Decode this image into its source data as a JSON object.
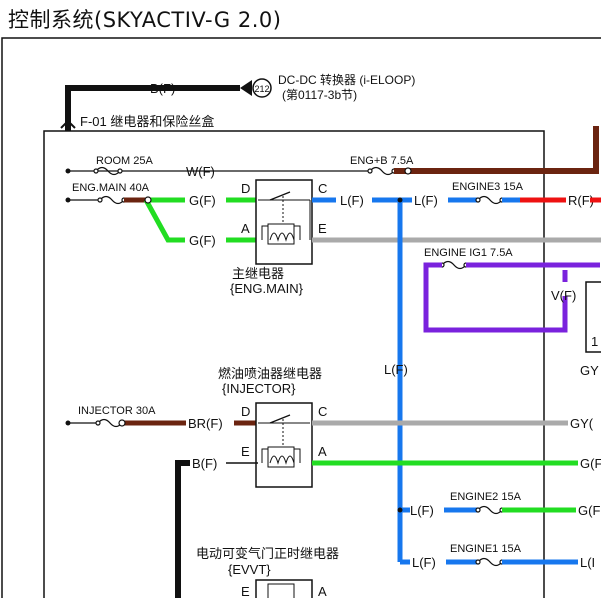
{
  "title": "控制系统(SKYACTIV-G 2.0)",
  "labels": {
    "top_bf": "B(F)",
    "badge": "212",
    "dcdc_line1": "DC-DC 转换器 (i-ELOOP)",
    "dcdc_line2": "(第0117-3b节)",
    "f01": "F-01 继电器和保险丝盒",
    "room": "ROOM 25A",
    "room_wf": "W(F)",
    "engb": "ENG+B 7.5A",
    "engmain": "ENG.MAIN 40A",
    "gf1": "G(F)",
    "gf2": "G(F)",
    "relay1_d": "D",
    "relay1_c": "C",
    "relay1_a": "A",
    "relay1_e": "E",
    "relay1_name": "主继电器",
    "relay1_code": "{ENG.MAIN}",
    "lf_relay1": "L(F)",
    "lf_bus": "L(F)",
    "engine3": "ENGINE3 15A",
    "rf": "R(F)",
    "engine_ig1": "ENGINE IG1 7.5A",
    "vf": "V(F)",
    "right_1": "1",
    "gy_mid": "GY",
    "lf_mid": "L(F)",
    "injector_name": "燃油喷油器继电器",
    "injector_code": "{INJECTOR}",
    "injector_fuse": "INJECTOR 30A",
    "brf": "BR(F)",
    "relay2_d": "D",
    "relay2_c": "C",
    "relay2_e": "E",
    "relay2_a": "A",
    "bf2": "B(F)",
    "gy_right": "GY(",
    "g_right": "G(F",
    "lf_e2": "L(F)",
    "engine2": "ENGINE2 15A",
    "g_right2": "G(F",
    "evvt_name": "电动可变气门正时继电器",
    "evvt_code": "{EVVT}",
    "engine1": "ENGINE1 15A",
    "lf_e1": "L(F)",
    "l_right": "L(I",
    "relay3_e": "E",
    "relay3_a": "A"
  },
  "colors": {
    "black": "#111111",
    "brown": "#6b2410",
    "green": "#22dd22",
    "blue": "#1777ee",
    "gray": "#aaaaaa",
    "red": "#ee1111",
    "purple": "#7a22dd"
  }
}
